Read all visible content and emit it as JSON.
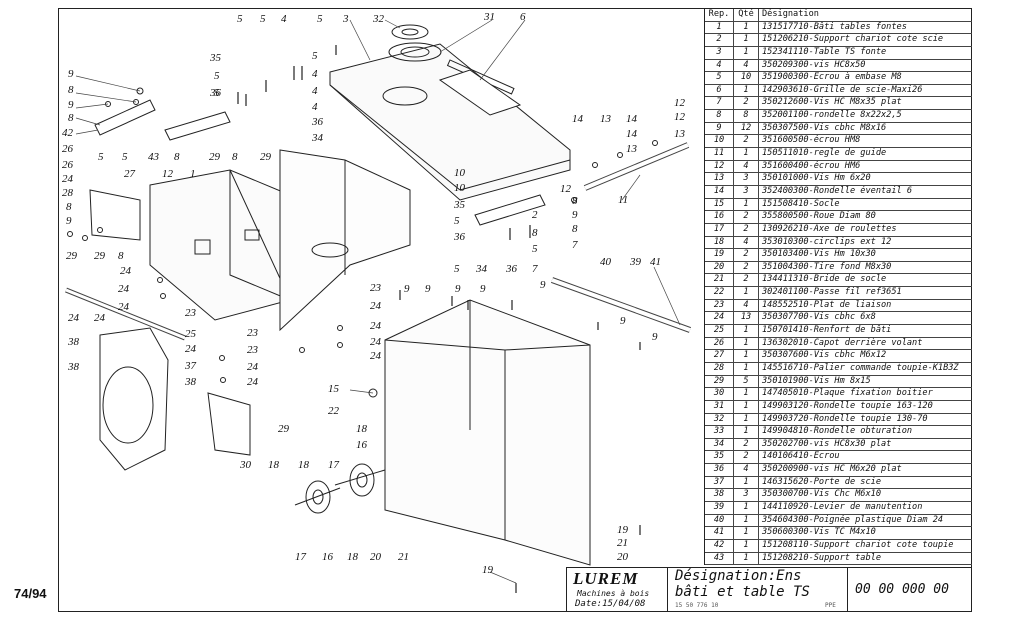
{
  "page_number": "74/94",
  "title_block": {
    "brand": "LUREM",
    "subtitle": "Machines à bois",
    "date": "Date:15/04/08",
    "designation_line1": "Désignation:Ens",
    "designation_line2": "bâti et table TS",
    "ref": "15 50 776 10",
    "ppe": "PPE",
    "code": "00 00 000 00"
  },
  "parts_table": {
    "headers": [
      "Rep.",
      "Qté",
      "Désignation"
    ],
    "rows": [
      [
        "1",
        "1",
        "131517710-Bâti tables fontes"
      ],
      [
        "2",
        "1",
        "151206210-Support chariot cote scie"
      ],
      [
        "3",
        "1",
        "152341110-Table TS fonte"
      ],
      [
        "4",
        "4",
        "350209300-vis HC8x50"
      ],
      [
        "5",
        "10",
        "351900300-Ecrou à embase M8"
      ],
      [
        "6",
        "1",
        "142903610-Grille de scie-Maxi26"
      ],
      [
        "7",
        "2",
        "350212600-Vis HC M8x35 plat"
      ],
      [
        "8",
        "8",
        "352001100-rondelle 8x22x2,5"
      ],
      [
        "9",
        "12",
        "350307500-Vis cbhc M8x16"
      ],
      [
        "10",
        "2",
        "351600500-écrou HM8"
      ],
      [
        "11",
        "1",
        "150511010-regle de guide"
      ],
      [
        "12",
        "4",
        "351600400-écrou HM6"
      ],
      [
        "13",
        "3",
        "350101000-Vis Hm 6x20"
      ],
      [
        "14",
        "3",
        "352400300-Rondelle éventail 6"
      ],
      [
        "15",
        "1",
        "151508410-Socle"
      ],
      [
        "16",
        "2",
        "355800500-Roue Diam 80"
      ],
      [
        "17",
        "2",
        "130926210-Axe de roulettes"
      ],
      [
        "18",
        "4",
        "353010300-circlips ext 12"
      ],
      [
        "19",
        "2",
        "350103400-Vis Hm 10x30"
      ],
      [
        "20",
        "2",
        "351004300-Tire fond M8x30"
      ],
      [
        "21",
        "2",
        "134411310-Bride de socle"
      ],
      [
        "22",
        "1",
        "302401100-Passe fil ref3651"
      ],
      [
        "23",
        "4",
        "148552510-Plat de liaison"
      ],
      [
        "24",
        "13",
        "350307700-Vis cbhc 6x8"
      ],
      [
        "25",
        "1",
        "150701410-Renfort de bâti"
      ],
      [
        "26",
        "1",
        "136302010-Capot derrière volant"
      ],
      [
        "27",
        "1",
        "350307600-Vis cbhc M6x12"
      ],
      [
        "28",
        "1",
        "145516710-Palier commande toupie-K1B3Z"
      ],
      [
        "29",
        "5",
        "350101900-Vis Hm 8x15"
      ],
      [
        "30",
        "1",
        "147405010-Plaque fixation boitier"
      ],
      [
        "31",
        "1",
        "149903120-Rondelle toupie 163-120"
      ],
      [
        "32",
        "1",
        "149903720-Rondelle toupie 130-70"
      ],
      [
        "33",
        "1",
        "149904810-Rondelle obturation"
      ],
      [
        "34",
        "2",
        "350202700-vis HC8x30 plat"
      ],
      [
        "35",
        "2",
        "140106410-Ecrou"
      ],
      [
        "36",
        "4",
        "350200900-vis HC M6x20 plat"
      ],
      [
        "37",
        "1",
        "146315620-Porte de scie"
      ],
      [
        "38",
        "3",
        "350300700-Vis Chc M6x10"
      ],
      [
        "39",
        "1",
        "144110920-Levier de manutention"
      ],
      [
        "40",
        "1",
        "354604300-Poignée plastique Diam 24"
      ],
      [
        "41",
        "1",
        "350600300-Vis TC M4x10"
      ],
      [
        "42",
        "1",
        "151208110-Support chariot cote toupie"
      ],
      [
        "43",
        "1",
        "151208210-Support table"
      ]
    ]
  },
  "callouts": [
    "1",
    "2",
    "3",
    "4",
    "5",
    "6",
    "7",
    "8",
    "9",
    "10",
    "11",
    "12",
    "13",
    "14",
    "15",
    "16",
    "17",
    "18",
    "19",
    "20",
    "21",
    "22",
    "23",
    "24",
    "25",
    "26",
    "27",
    "28",
    "29",
    "30",
    "31",
    "32",
    "34",
    "35",
    "36",
    "37",
    "38",
    "39",
    "40",
    "41",
    "42",
    "43"
  ]
}
